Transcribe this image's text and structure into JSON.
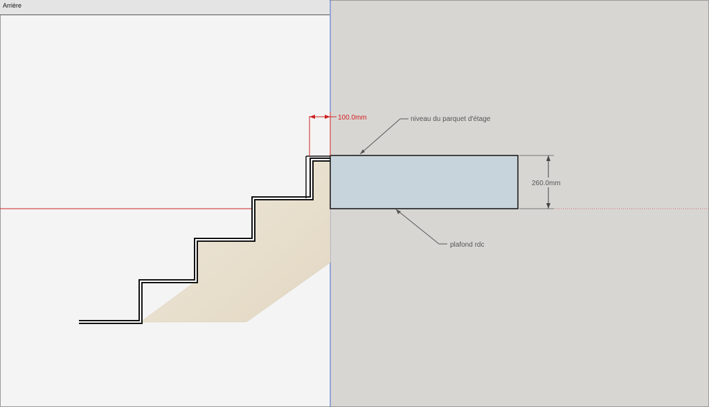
{
  "scene": {
    "tab_label": "Arrière"
  },
  "dimensions": {
    "width_label": "100.0mm",
    "height_label": "260.0mm"
  },
  "annotations": {
    "floor_label": "niveau du parquet d'étage",
    "ceiling_label": "plafond rdc"
  },
  "colors": {
    "left_bg": "#f4f4f4",
    "right_bg": "#d8d6d3",
    "slab_fill": "#c8d4dc",
    "stair_fill": "#e8e0d0",
    "axis_red": "#cc2222",
    "axis_blue": "#4466cc"
  }
}
